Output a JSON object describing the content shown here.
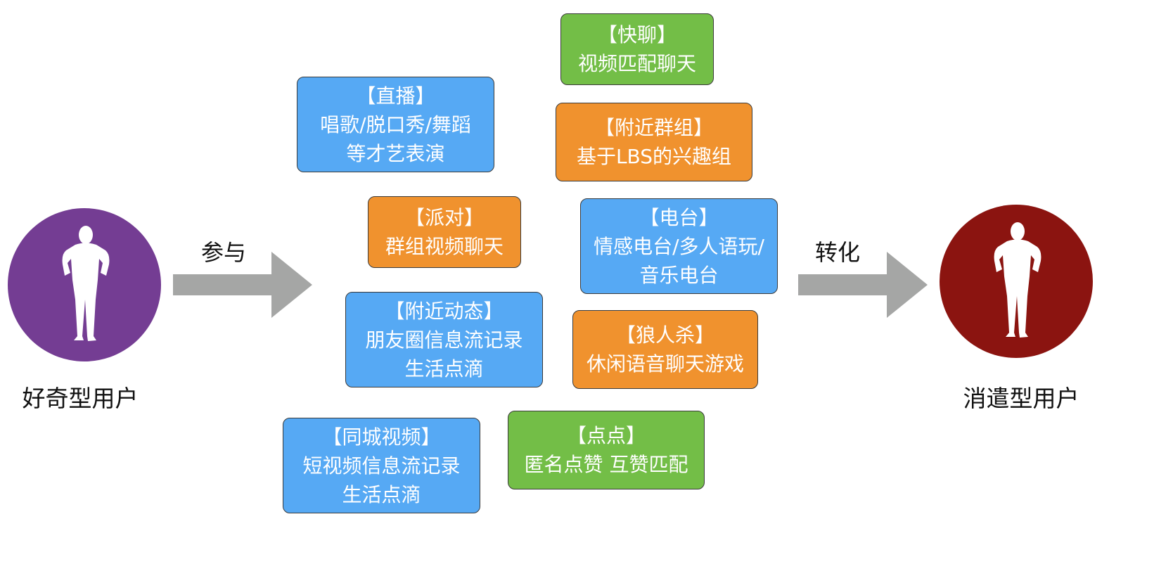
{
  "colors": {
    "curious_circle": "#743d93",
    "leisure_circle": "#8b1410",
    "arrow": "#a5a6a5",
    "blue": "#56a9f4",
    "orange": "#f0922e",
    "green": "#73be47"
  },
  "left_user": {
    "label": "好奇型用户",
    "icon": "person-silhouette-icon"
  },
  "right_user": {
    "label": "消遣型用户",
    "icon": "person-silhouette-icon"
  },
  "arrows": {
    "participate": "参与",
    "convert": "转化"
  },
  "features": {
    "kuailiao": {
      "title": "【快聊】",
      "desc": [
        "视频匹配聊天"
      ]
    },
    "live": {
      "title": "【直播】",
      "desc": [
        "唱歌/脱口秀/舞蹈",
        "等才艺表演"
      ]
    },
    "nearby_group": {
      "title": "【附近群组】",
      "desc": [
        "基于LBS的兴趣组"
      ]
    },
    "party": {
      "title": "【派对】",
      "desc": [
        "群组视频聊天"
      ]
    },
    "radio": {
      "title": "【电台】",
      "desc": [
        "情感电台/多人语玩/",
        "音乐电台"
      ]
    },
    "nearby_feed": {
      "title": "【附近动态】",
      "desc": [
        "朋友圈信息流记录",
        "生活点滴"
      ]
    },
    "werewolf": {
      "title": "【狼人杀】",
      "desc": [
        "休闲语音聊天游戏"
      ]
    },
    "city_video": {
      "title": "【同城视频】",
      "desc": [
        "短视频信息流记录",
        "生活点滴"
      ]
    },
    "dian": {
      "title": "【点点】",
      "desc": [
        "匿名点赞 互赞匹配"
      ]
    }
  }
}
